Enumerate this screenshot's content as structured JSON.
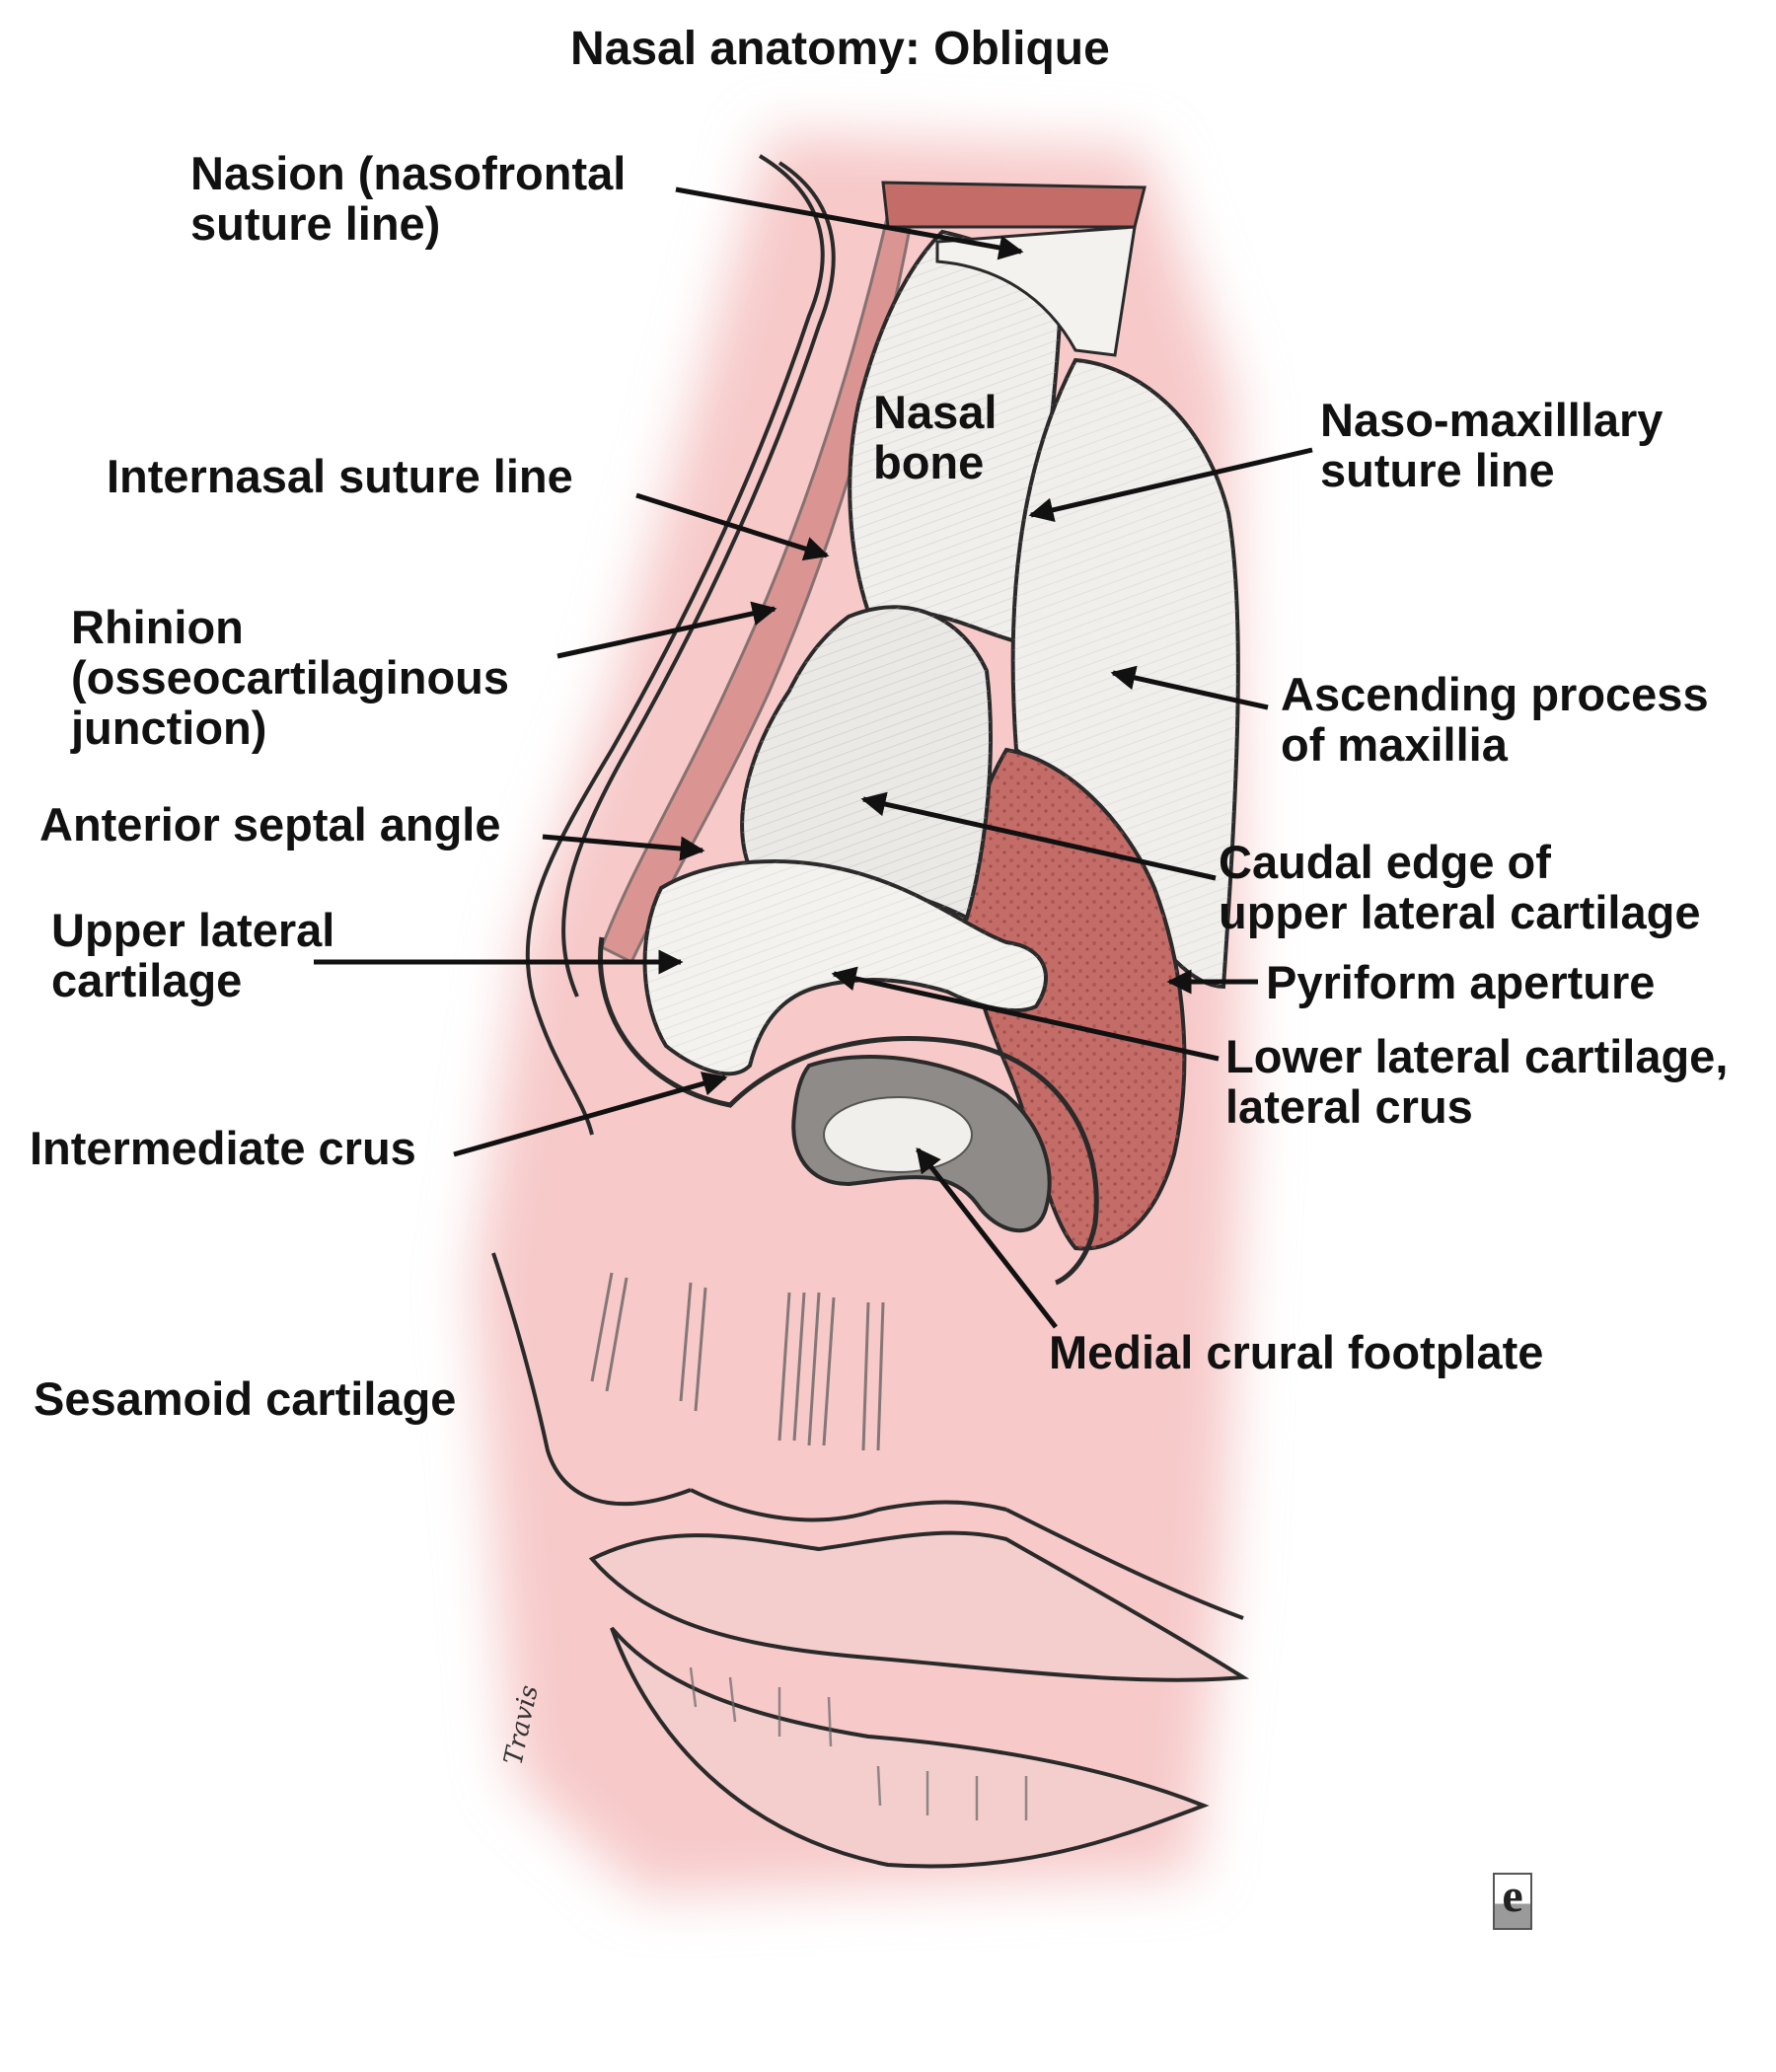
{
  "title": "Nasal anatomy: Oblique",
  "labels": {
    "nasion": [
      "Nasion (nasofrontal",
      "suture line)"
    ],
    "nasal_bone": [
      "Nasal",
      "bone"
    ],
    "internasal": [
      "Internasal suture line"
    ],
    "naso_maxillary": [
      "Naso-maxilllary",
      "suture line"
    ],
    "rhinion": [
      "Rhinion",
      "(osseocartilaginous",
      "junction)"
    ],
    "ascending_process": [
      "Ascending process",
      "of maxillia"
    ],
    "anterior_septal_angle": [
      "Anterior septal angle"
    ],
    "caudal_edge": [
      "Caudal edge of",
      "upper lateral cartilage"
    ],
    "upper_lateral_cartilage": [
      "Upper lateral",
      "cartilage"
    ],
    "pyriform_aperture": [
      "Pyriform aperture"
    ],
    "lower_lateral_cartilage": [
      "Lower lateral cartilage,",
      "lateral crus"
    ],
    "intermediate_crus": [
      "Intermediate crus"
    ],
    "medial_crural_footplate": [
      "Medial crural footplate"
    ],
    "sesamoid_cartilage": [
      "Sesamoid cartilage"
    ]
  },
  "artist_signature": "Travis",
  "logo_letter": "e",
  "colors": {
    "skin": "#f6c9c9",
    "bone": "#f1efec",
    "tissue": "#c46c68",
    "outline": "#2a2a2a",
    "label": "#111111"
  }
}
